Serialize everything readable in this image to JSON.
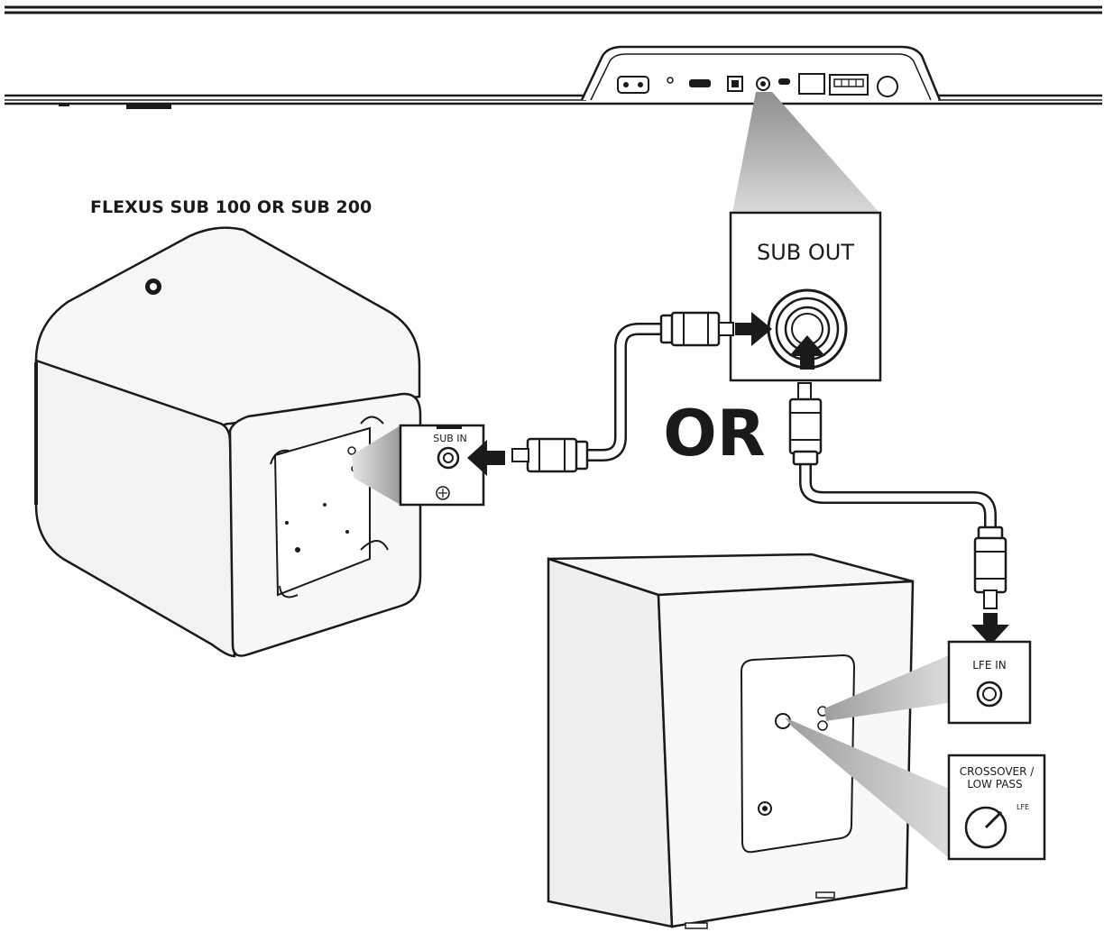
{
  "labels": {
    "subwoofer_title": "FLEXUS SUB 100 OR SUB 200",
    "sub_out": "SUB OUT",
    "sub_in": "SUB IN",
    "or": "OR",
    "lfe_in": "LFE IN",
    "crossover_line1": "CROSSOVER /",
    "crossover_line2": "LOW PASS",
    "knob_lfe": "LFE"
  },
  "colors": {
    "outline": "#1a1a1a",
    "cabinet_fill": "#f4f4f4",
    "callout_beam": "#c8c8c8",
    "cable": "#ffffff"
  }
}
